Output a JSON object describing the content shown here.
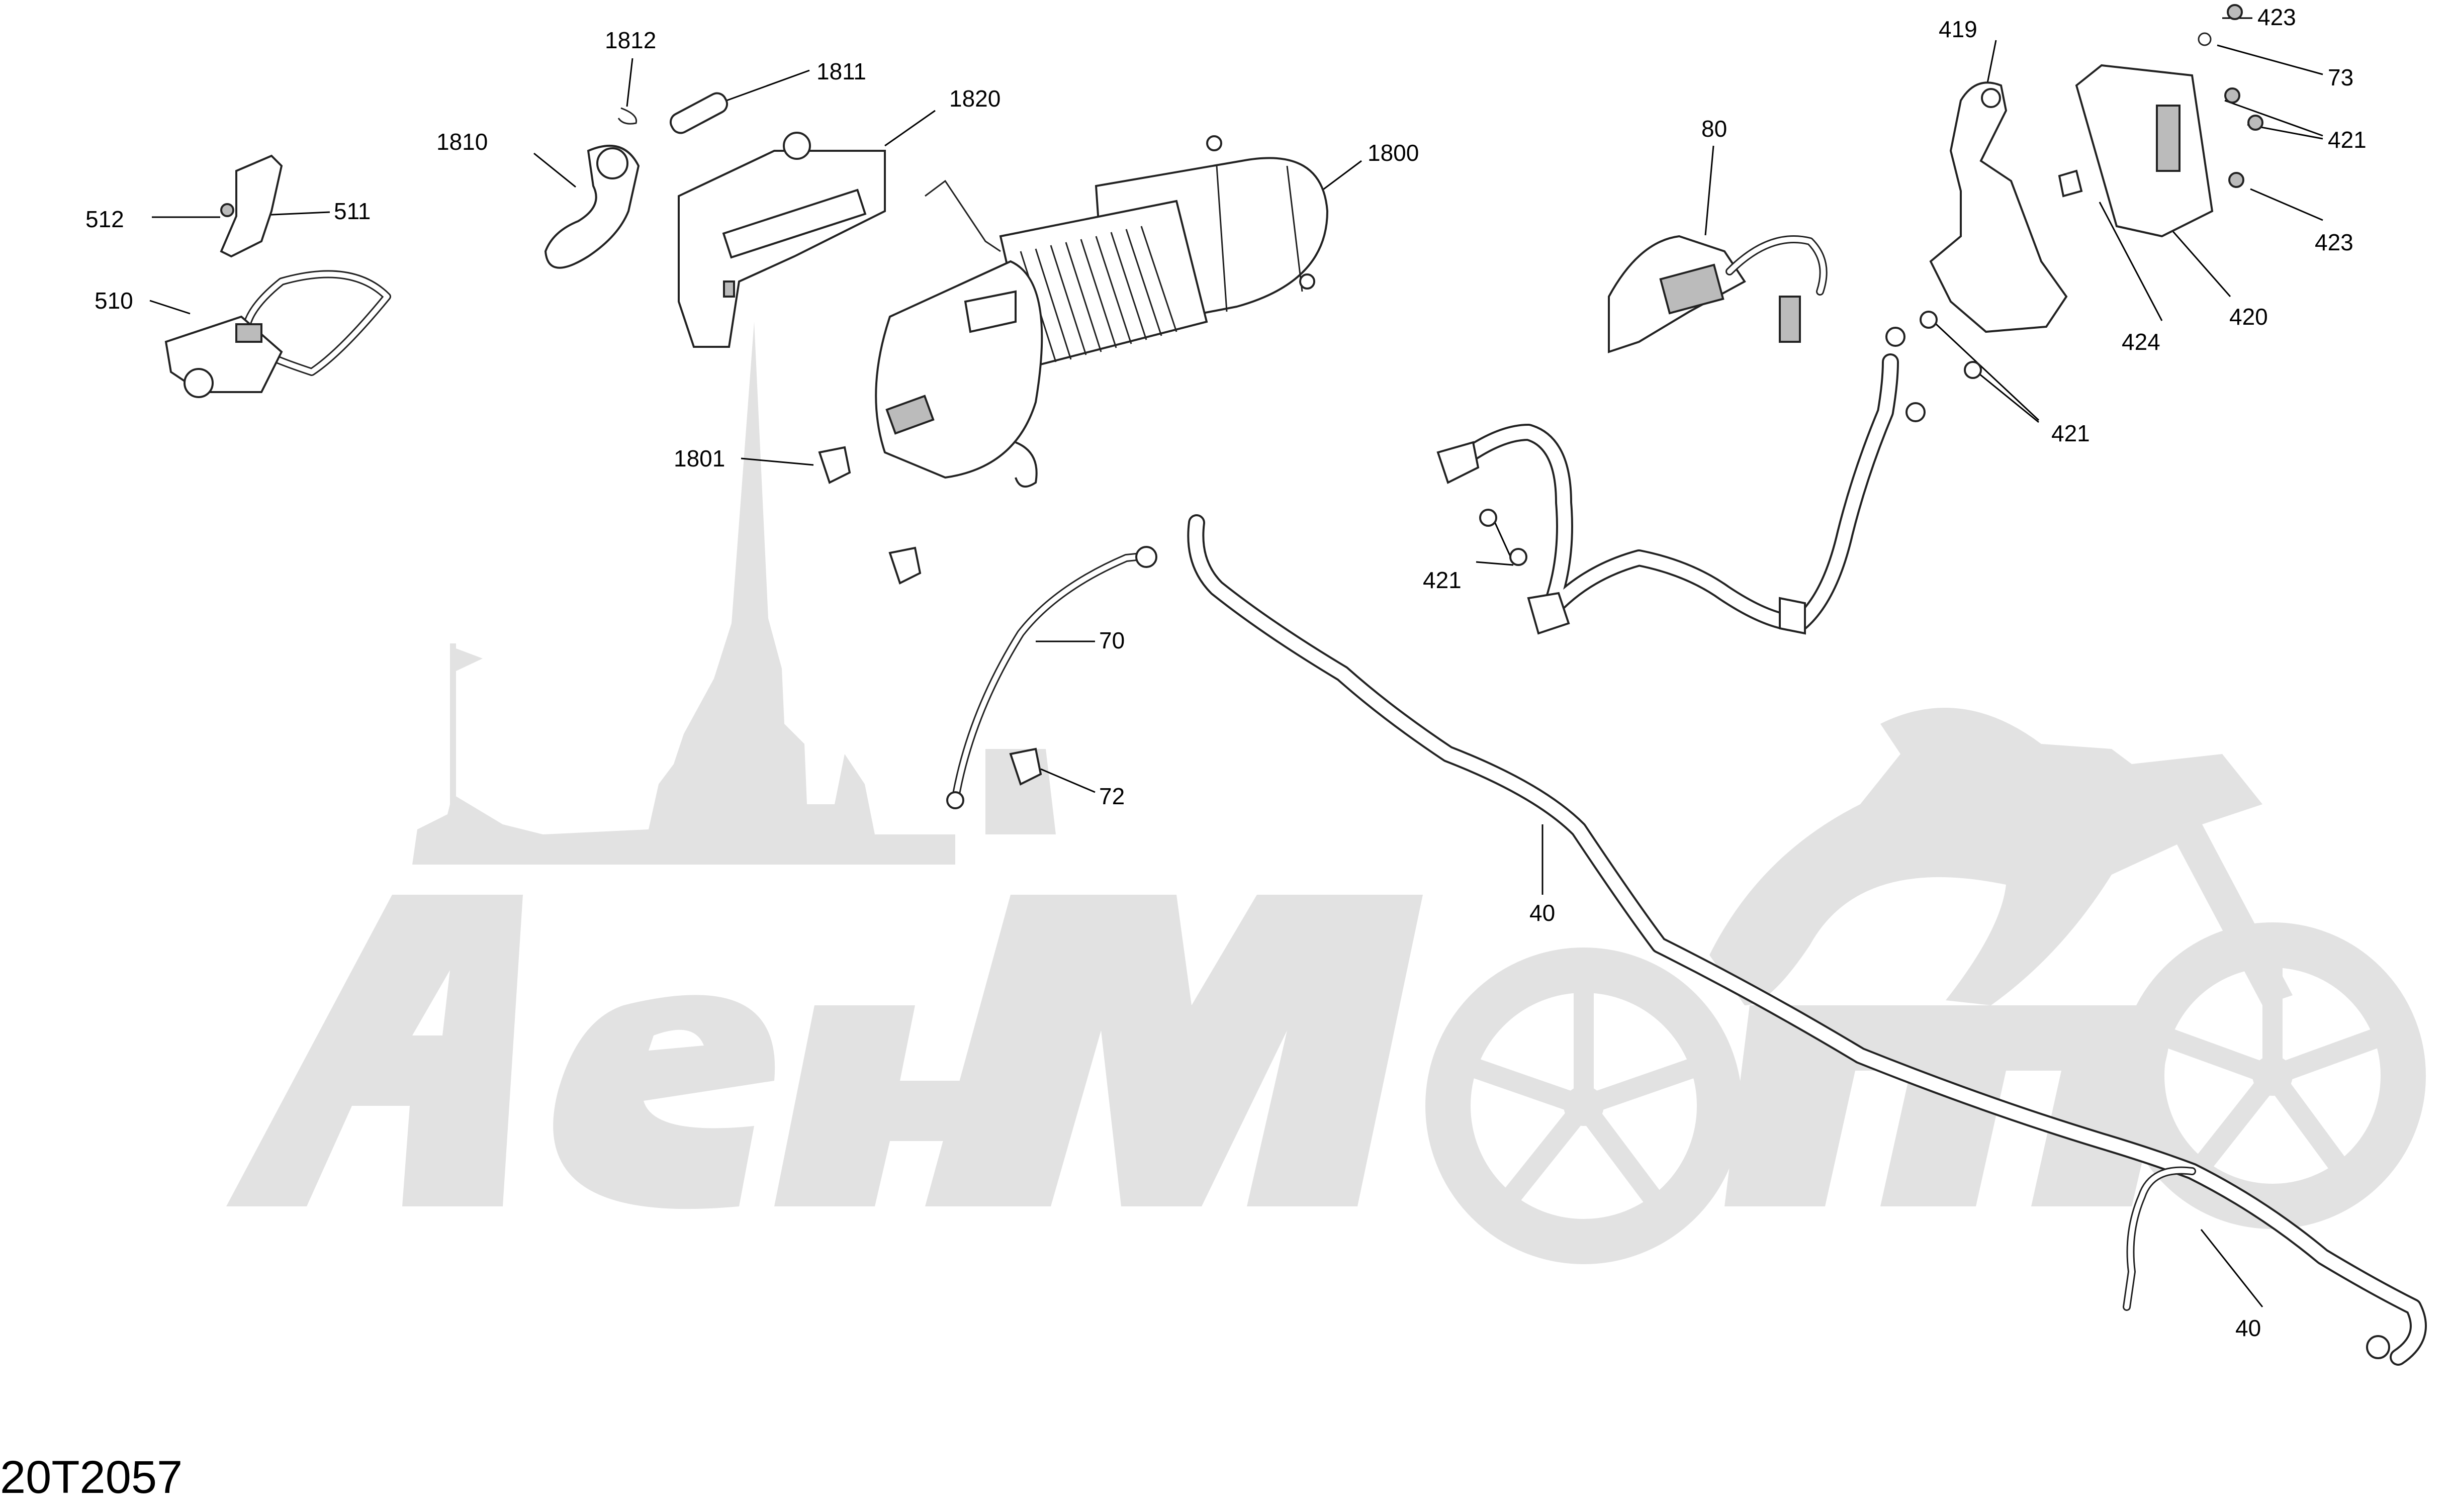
{
  "diagram_code": "20T2057",
  "callouts": [
    {
      "id": "c1812",
      "text": "1812"
    },
    {
      "id": "c1811",
      "text": "1811"
    },
    {
      "id": "c1820",
      "text": "1820"
    },
    {
      "id": "c1810",
      "text": "1810"
    },
    {
      "id": "c1800",
      "text": "1800"
    },
    {
      "id": "c512",
      "text": "512"
    },
    {
      "id": "c511",
      "text": "511"
    },
    {
      "id": "c510",
      "text": "510"
    },
    {
      "id": "c1801",
      "text": "1801"
    },
    {
      "id": "c70",
      "text": "70"
    },
    {
      "id": "c72",
      "text": "72"
    },
    {
      "id": "c40a",
      "text": "40"
    },
    {
      "id": "c40b",
      "text": "40"
    },
    {
      "id": "c80",
      "text": "80"
    },
    {
      "id": "c419",
      "text": "419"
    },
    {
      "id": "c423a",
      "text": "423"
    },
    {
      "id": "c73",
      "text": "73"
    },
    {
      "id": "c421a",
      "text": "421"
    },
    {
      "id": "c423b",
      "text": "423"
    },
    {
      "id": "c424",
      "text": "424"
    },
    {
      "id": "c420",
      "text": "420"
    },
    {
      "id": "c421b",
      "text": "421"
    },
    {
      "id": "c421c",
      "text": "421"
    }
  ]
}
